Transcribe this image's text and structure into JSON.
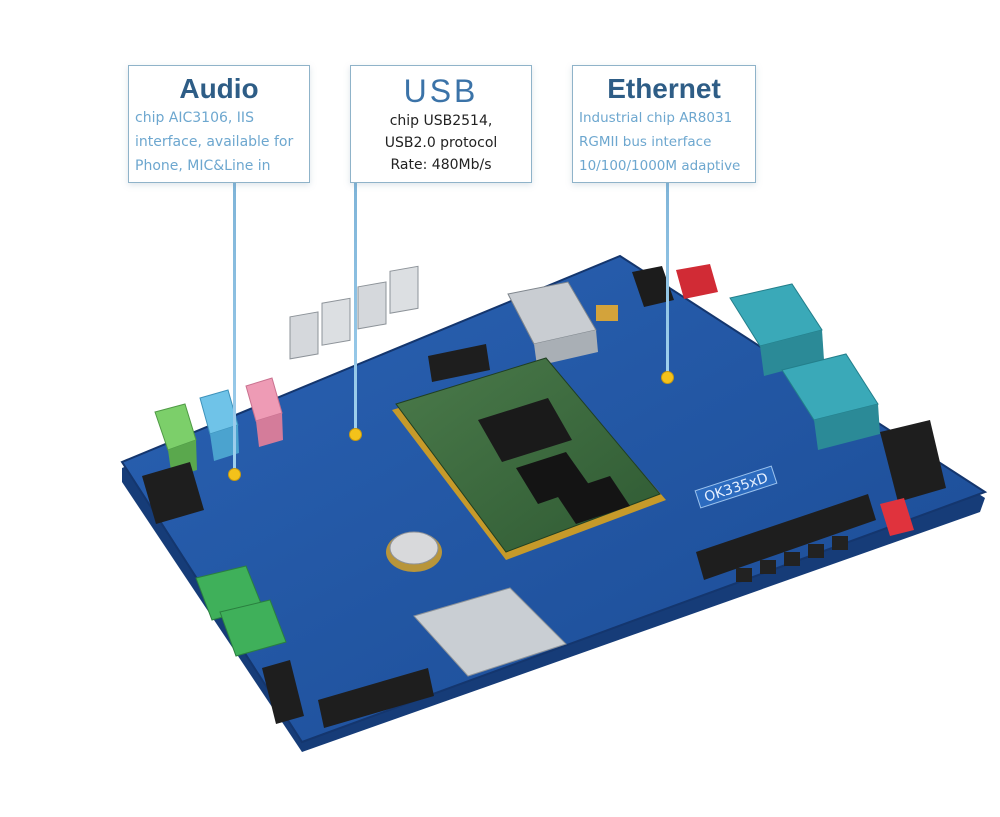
{
  "callouts": {
    "audio": {
      "title": "Audio",
      "lines": [
        "chip AIC3106, IIS",
        "interface, available for",
        "Phone, MIC&Line in"
      ]
    },
    "usb": {
      "title": "USB",
      "lines": [
        "chip USB2514,",
        "USB2.0 protocol",
        "Rate: 480Mb/s"
      ]
    },
    "ethernet": {
      "title": "Ethernet",
      "lines": [
        "Industrial chip AR8031",
        "RGMII bus interface",
        "10/100/1000M adaptive"
      ]
    }
  },
  "board": {
    "model_label": "OK335xD"
  },
  "colors": {
    "pcb": "#1f4f9a",
    "pcb_edge": "#163c78",
    "callout_title": "#2e5d86",
    "callout_text": "#6da7cf",
    "leader_line": "#7fb4d8",
    "marker_dot": "#f4c21a",
    "module_green": "#3b6b3e",
    "serial_teal": "#3aa9b8",
    "audio_green": "#7ccf6a",
    "audio_blue": "#6fc3e8",
    "audio_pink": "#ee9bb5"
  }
}
